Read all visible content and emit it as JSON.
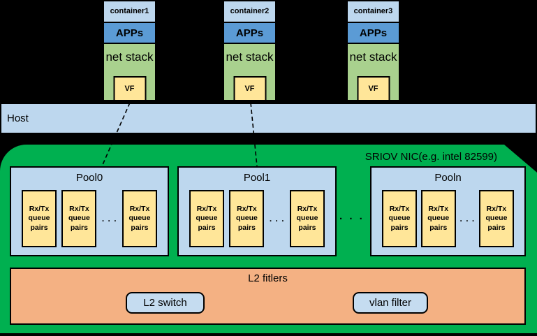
{
  "containers": [
    {
      "name": "container1",
      "apps_label": "APPs",
      "net_stack_label": "net stack",
      "vf_label": "VF"
    },
    {
      "name": "container2",
      "apps_label": "APPs",
      "net_stack_label": "net stack",
      "vf_label": "VF"
    },
    {
      "name": "container3",
      "apps_label": "APPs",
      "net_stack_label": "net stack",
      "vf_label": "VF"
    }
  ],
  "host": {
    "label": "Host"
  },
  "nic": {
    "label": "SRIOV NIC(e.g. intel 82599)",
    "pools": [
      {
        "title": "Pool0",
        "queue_boxes": [
          "Rx/Tx queue pairs",
          "Rx/Tx queue pairs",
          "Rx/Tx queue pairs"
        ],
        "ellipsis": ". . ."
      },
      {
        "title": "Pool1",
        "queue_boxes": [
          "Rx/Tx queue pairs",
          "Rx/Tx queue pairs",
          "Rx/Tx queue pairs"
        ],
        "ellipsis": ". . ."
      },
      {
        "title": "Pooln",
        "queue_boxes": [
          "Rx/Tx queue pairs",
          "Rx/Tx queue pairs",
          "Rx/Tx queue pairs"
        ],
        "ellipsis": ". . ."
      }
    ],
    "pools_ellipsis": ". . .",
    "l2_filters": {
      "title": "L2 fitlers",
      "l2_switch_label": "L2 switch",
      "vlan_filter_label": "vlan filter"
    }
  },
  "colors": {
    "background": "#000000",
    "container_header": "#BDD7EE",
    "apps": "#5B9BD5",
    "net_stack": "#A9D18E",
    "vf": "#FFE699",
    "host_bar": "#BDD7EE",
    "nic_green": "#00B050",
    "pool": "#BDD7EE",
    "queue_pair": "#FFE699",
    "l2_filters": "#F4B183",
    "l2_buttons": "#C5DCF0"
  }
}
